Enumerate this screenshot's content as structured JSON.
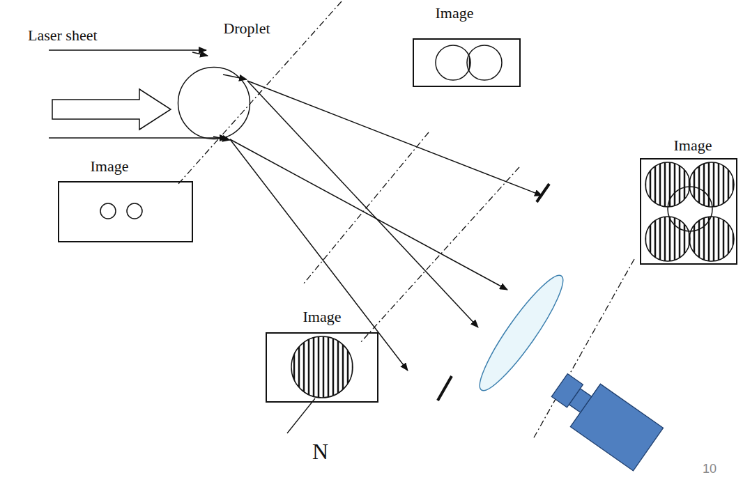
{
  "diagram": {
    "nodes": [
      {
        "text": [
          "Image"
        ]
      },
      {
        "text": [
          "Droplet"
        ]
      },
      {
        "text": [
          "Image"
        ]
      },
      {
        "text": [
          "Image"
        ]
      },
      {
        "text": [
          "Image"
        ]
      }
    ],
    "labels": [
      "Laser sheet",
      "N",
      "10"
    ]
  }
}
